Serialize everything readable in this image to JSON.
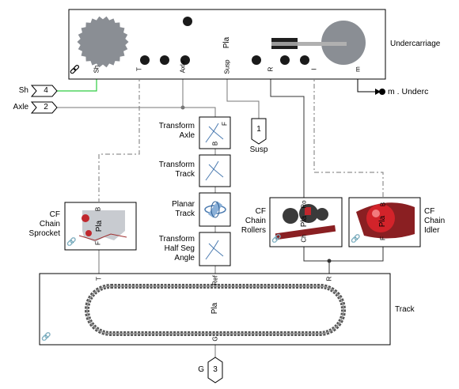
{
  "blocks": {
    "undercarriage": {
      "name": "Undercarriage",
      "center_text": "Pla",
      "ports": [
        "Sh",
        "T",
        "Axle",
        "Susp",
        "R",
        "I",
        "m"
      ]
    },
    "transform_axle": {
      "name_lines": [
        "Transform",
        "Axle"
      ]
    },
    "transform_track": {
      "name_lines": [
        "Transform",
        "Track"
      ]
    },
    "planar_track": {
      "name_lines": [
        "Planar",
        "Track"
      ]
    },
    "transform_half_seg": {
      "name_lines": [
        "Transform",
        "Half Seg",
        "Angle"
      ]
    },
    "sprocket": {
      "name_lines": [
        "CF",
        "Chain",
        "Sprocket"
      ],
      "center_text": "Pla",
      "ports": [
        "B",
        "F"
      ]
    },
    "rollers": {
      "name_lines": [
        "CF",
        "Chain",
        "Rollers"
      ],
      "center_text": "Pla",
      "ports": [
        "Ro",
        "Ch"
      ]
    },
    "idler": {
      "name_lines": [
        "CF",
        "Chain",
        "Idler"
      ],
      "center_text": "Pla",
      "ports": [
        "B",
        "F"
      ]
    },
    "track": {
      "name": "Track",
      "center_text": "Pla",
      "ports": [
        "T",
        "Ref",
        "R",
        "G"
      ]
    }
  },
  "inports": [
    {
      "num": "4",
      "label": "Sh"
    },
    {
      "num": "2",
      "label": "Axle"
    }
  ],
  "outports": [
    {
      "num": "1",
      "label": "Susp"
    },
    {
      "num": "3",
      "label": "G"
    }
  ],
  "goto_tag": "m . Underc",
  "frame_port_labels": {
    "B": "B",
    "F": "F"
  },
  "colors": {
    "line": "#777777",
    "signal": "#2ecc40",
    "gear": "#8a8e94",
    "roller": "#c0272d"
  }
}
